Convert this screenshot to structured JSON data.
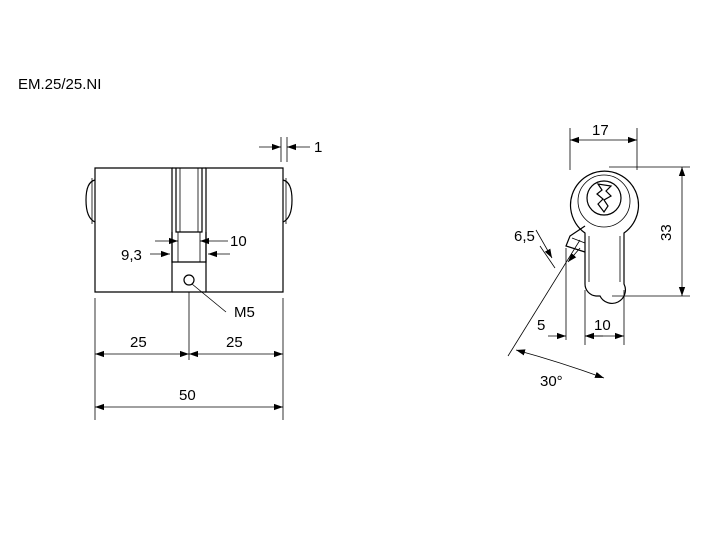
{
  "title": "EM.25/25.NI",
  "front_view": {
    "dim_offset": "1",
    "dim_cam_width": "10",
    "dim_cam_depth": "9,3",
    "thread_label": "M5",
    "dim_left": "25",
    "dim_right": "25",
    "dim_total": "50"
  },
  "side_view": {
    "dim_width": "17",
    "dim_height": "33",
    "dim_cam": "6,5",
    "dim_offset": "5",
    "dim_bottom": "10",
    "dim_angle": "30°"
  }
}
